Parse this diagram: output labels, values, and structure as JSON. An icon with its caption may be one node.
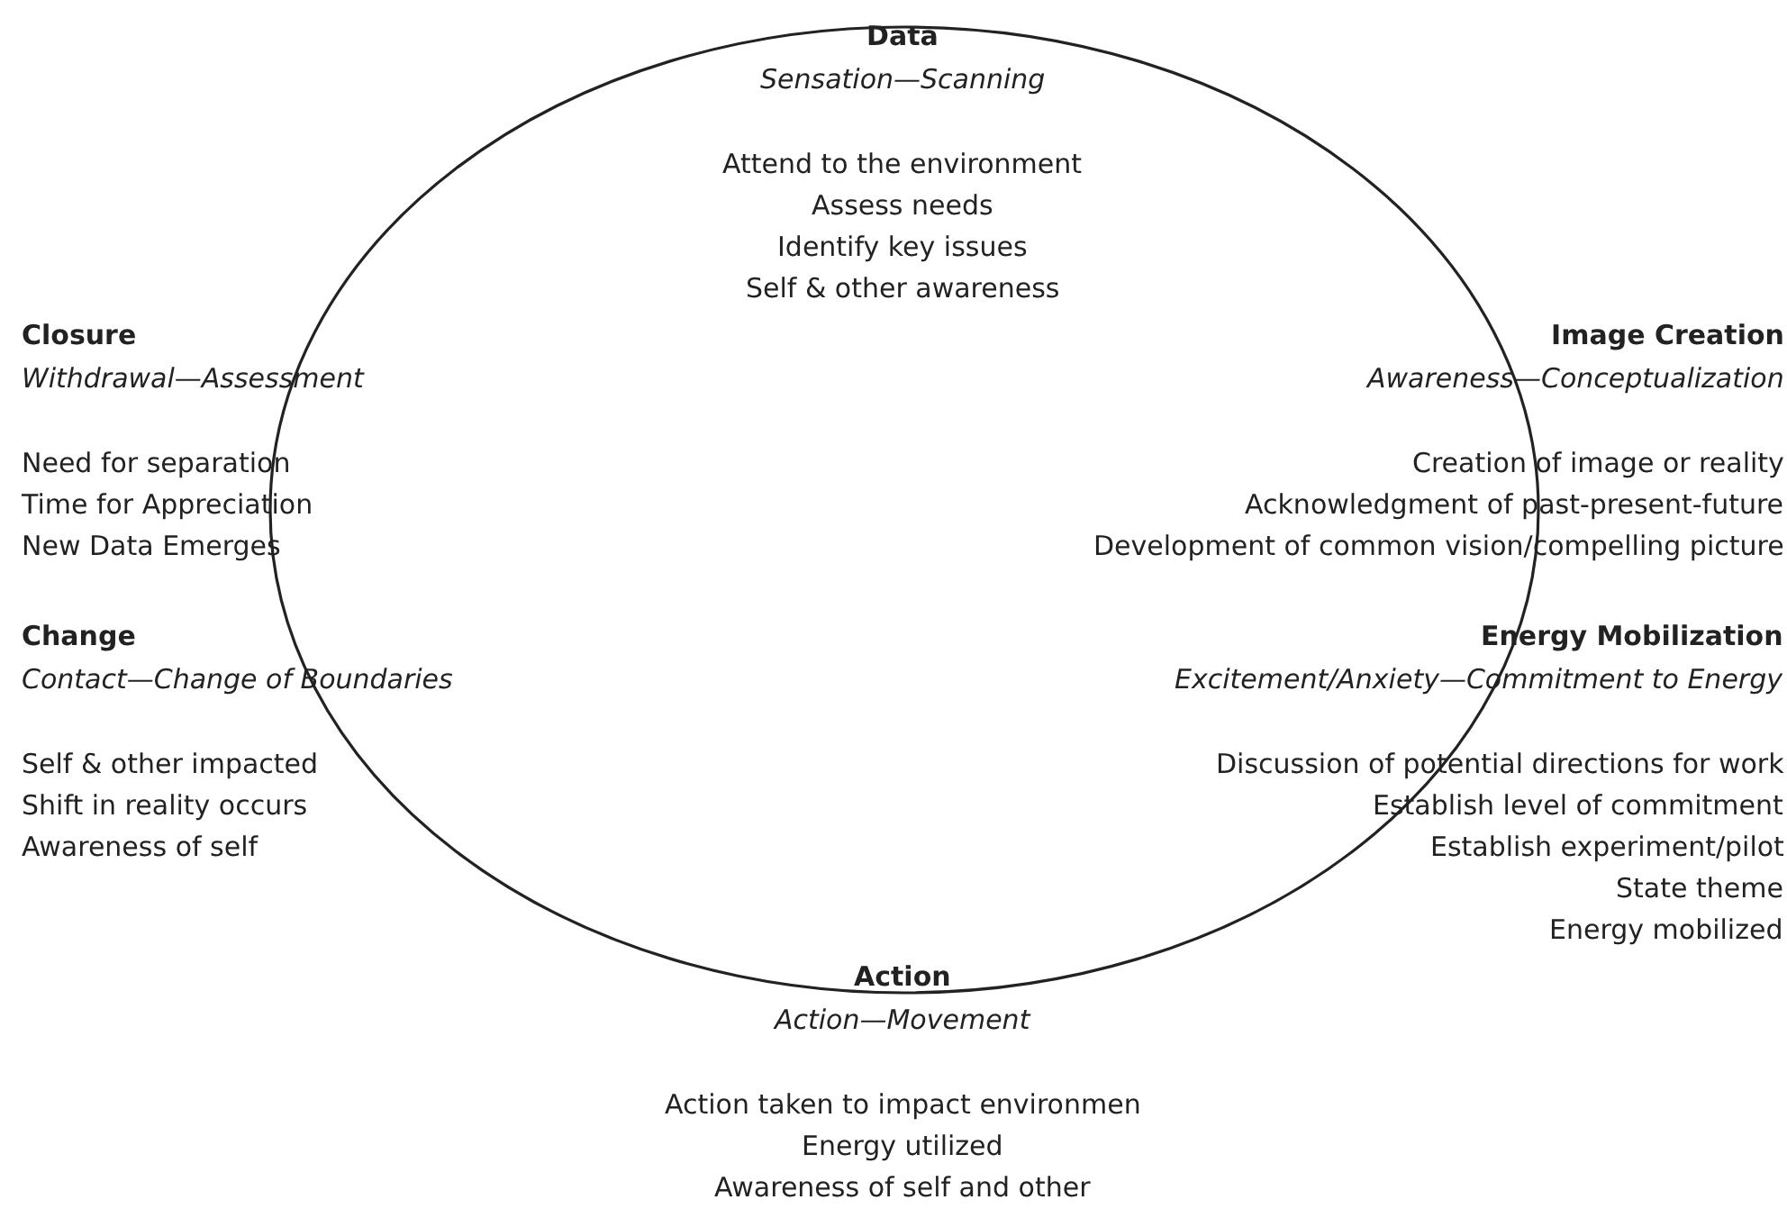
{
  "diagram": {
    "labels": [
      "Data",
      "Sensation—Scanning",
      "Attend to the environment",
      "Assess needs",
      "Identify key issues",
      "Self & other awareness",
      "Closure",
      "Withdrawal—Assessment",
      "Need for separation",
      "Time for Appreciation",
      "New Data Emerges",
      "Image Creation",
      "Awareness—Conceptualization",
      "Creation of image or reality",
      "Acknowledgment of past-present-future",
      "Development of common vision/compelling picture",
      "Change",
      "Contact—Change of Boundaries",
      "Self & other impacted",
      "Shift in reality occurs",
      "Awareness of self",
      "Energy Mobilization",
      "Excitement/Anxiety—Commitment to Energy",
      "Discussion of potential directions for work",
      "Establish level of commitment",
      "Establish experiment/pilot",
      "State theme",
      "Energy mobilized",
      "Action",
      "Action—Movement",
      "Action taken to impact environmen",
      "Energy utilized",
      "Awareness of self and other"
    ]
  }
}
